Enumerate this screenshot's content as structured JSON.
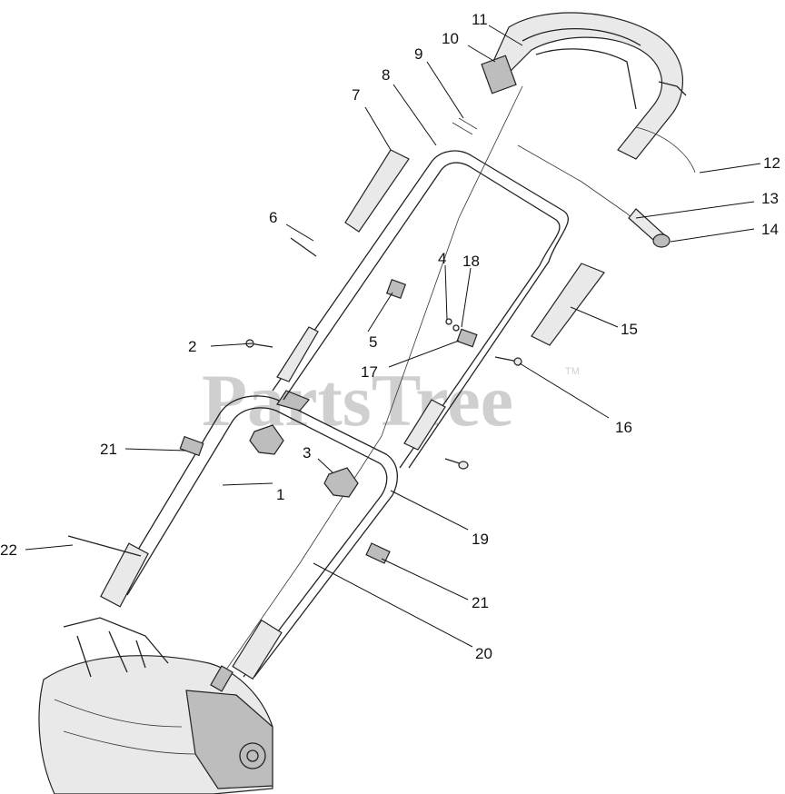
{
  "watermark": {
    "brand": "PartsTree",
    "trademark": "TM"
  },
  "callouts": [
    "1",
    "2",
    "3",
    "4",
    "5",
    "6",
    "7",
    "8",
    "9",
    "10",
    "11",
    "12",
    "13",
    "14",
    "15",
    "16",
    "17",
    "18",
    "19",
    "20",
    "21",
    "21",
    "22"
  ],
  "colors": {
    "ink": "#111111",
    "watermark": "#cfcfcf",
    "background": "#ffffff"
  }
}
